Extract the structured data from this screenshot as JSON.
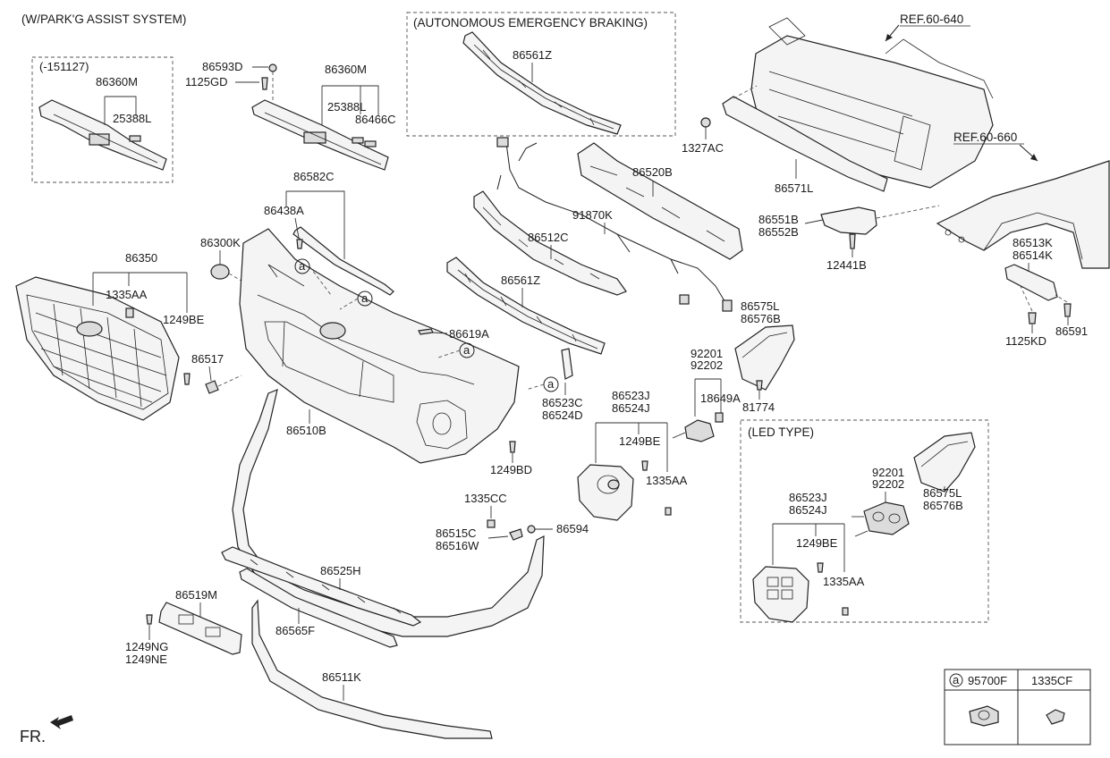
{
  "diagram": {
    "headers": {
      "park_assist": "(W/PARK'G ASSIST SYSTEM)",
      "aeb": "(AUTONOMOUS EMERGENCY BRAKING)",
      "led": "(LED TYPE)",
      "date_note": "(-151127)",
      "ref1": "REF.60-640",
      "ref2": "REF.60-660",
      "fr": "FR."
    },
    "labels": {
      "l86593D": "86593D",
      "l1125GD": "1125GD",
      "l86360M_a": "86360M",
      "l25388L_a": "25388L",
      "l86360M_b": "86360M",
      "l25388L_b": "25388L",
      "l86466C": "86466C",
      "l86561Z_a": "86561Z",
      "l1327AC": "1327AC",
      "l86571L": "86571L",
      "l86582C": "86582C",
      "l86438A": "86438A",
      "l86300K": "86300K",
      "l86350": "86350",
      "l1335AA_a": "1335AA",
      "l1249BE_a": "1249BE",
      "l86517": "86517",
      "l86520B": "86520B",
      "l91870K": "91870K",
      "l86512C": "86512C",
      "l86561Z_b": "86561Z",
      "l86619A": "86619A",
      "l86551B": "86551B",
      "l86552B": "86552B",
      "l12441B": "12441B",
      "l86513K": "86513K",
      "l86514K": "86514K",
      "l1125KD": "1125KD",
      "l86591": "86591",
      "l86575L_a": "86575L",
      "l86576B_a": "86576B",
      "l92201_a": "92201",
      "l92202_a": "92202",
      "l18649A": "18649A",
      "l81774": "81774",
      "l86523C": "86523C",
      "l86524D": "86524D",
      "l86510B": "86510B",
      "l86523J_a": "86523J",
      "l86524J_a": "86524J",
      "l1249BE_b": "1249BE",
      "l1335AA_b": "1335AA",
      "l1249BD": "1249BD",
      "l1335CC": "1335CC",
      "l86515C": "86515C",
      "l86516W": "86516W",
      "l86594": "86594",
      "l86525H": "86525H",
      "l86519M": "86519M",
      "l86565F": "86565F",
      "l1249NG": "1249NG",
      "l1249NE": "1249NE",
      "l86511K": "86511K",
      "l92201_b": "92201",
      "l92202_b": "92202",
      "l86575L_b": "86575L",
      "l86576B_b": "86576B",
      "l86523J_b": "86523J",
      "l86524J_b": "86524J",
      "l1249BE_c": "1249BE",
      "l1335AA_c": "1335AA"
    },
    "callout": "a",
    "legend": {
      "col1_symbol": "a",
      "col1": "95700F",
      "col2": "1335CF"
    }
  }
}
